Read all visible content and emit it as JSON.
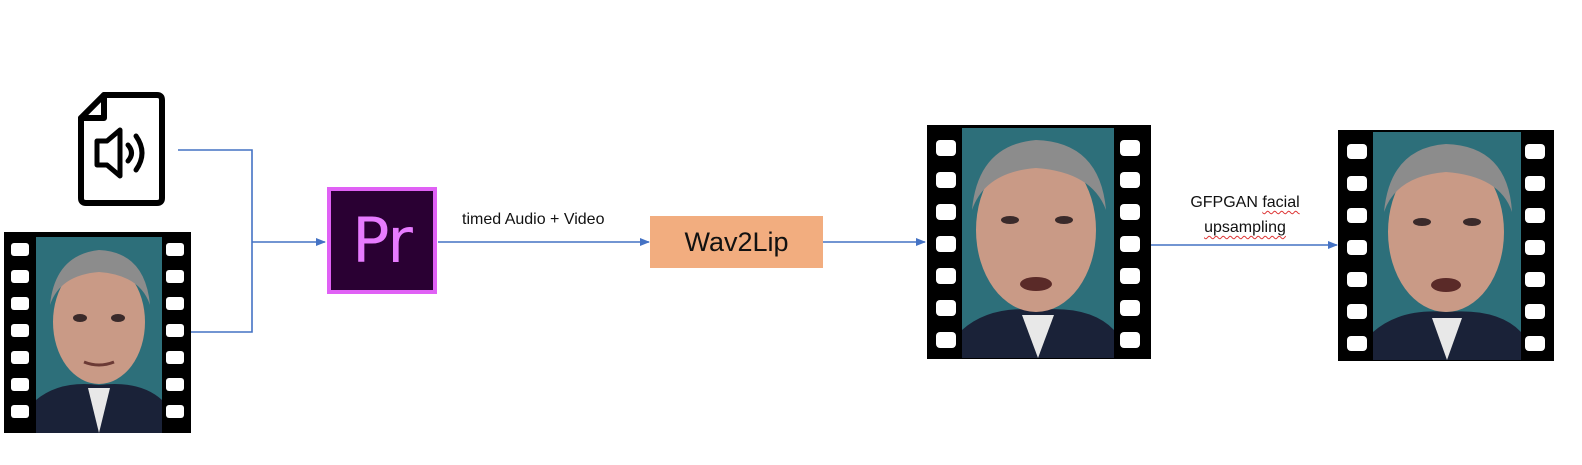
{
  "nodes": {
    "audio_icon": "speaker-file-icon",
    "input_video_icon": "film-strip-icon",
    "premiere": {
      "label": "Pr",
      "bg": "#2a0033",
      "border": "#e061f5",
      "text": "#e77bff"
    },
    "wav2lip": {
      "label": "Wav2Lip",
      "bg": "#f2ad7f"
    },
    "lipsync_video_icon": "film-strip-icon",
    "upsampled_video_icon": "film-strip-icon"
  },
  "edges": {
    "premiere_to_wav2lip": "timed Audio + Video",
    "gfpgan_line1_a": "GFPGAN ",
    "gfpgan_line1_b": "facial",
    "gfpgan_line2": "upsampling"
  },
  "colors": {
    "arrow": "#4472c4",
    "film": "#000000",
    "skin": "#c99a86",
    "hair": "#8c8c8c",
    "suit": "#1a2238",
    "bg": "#2d6f7a"
  }
}
